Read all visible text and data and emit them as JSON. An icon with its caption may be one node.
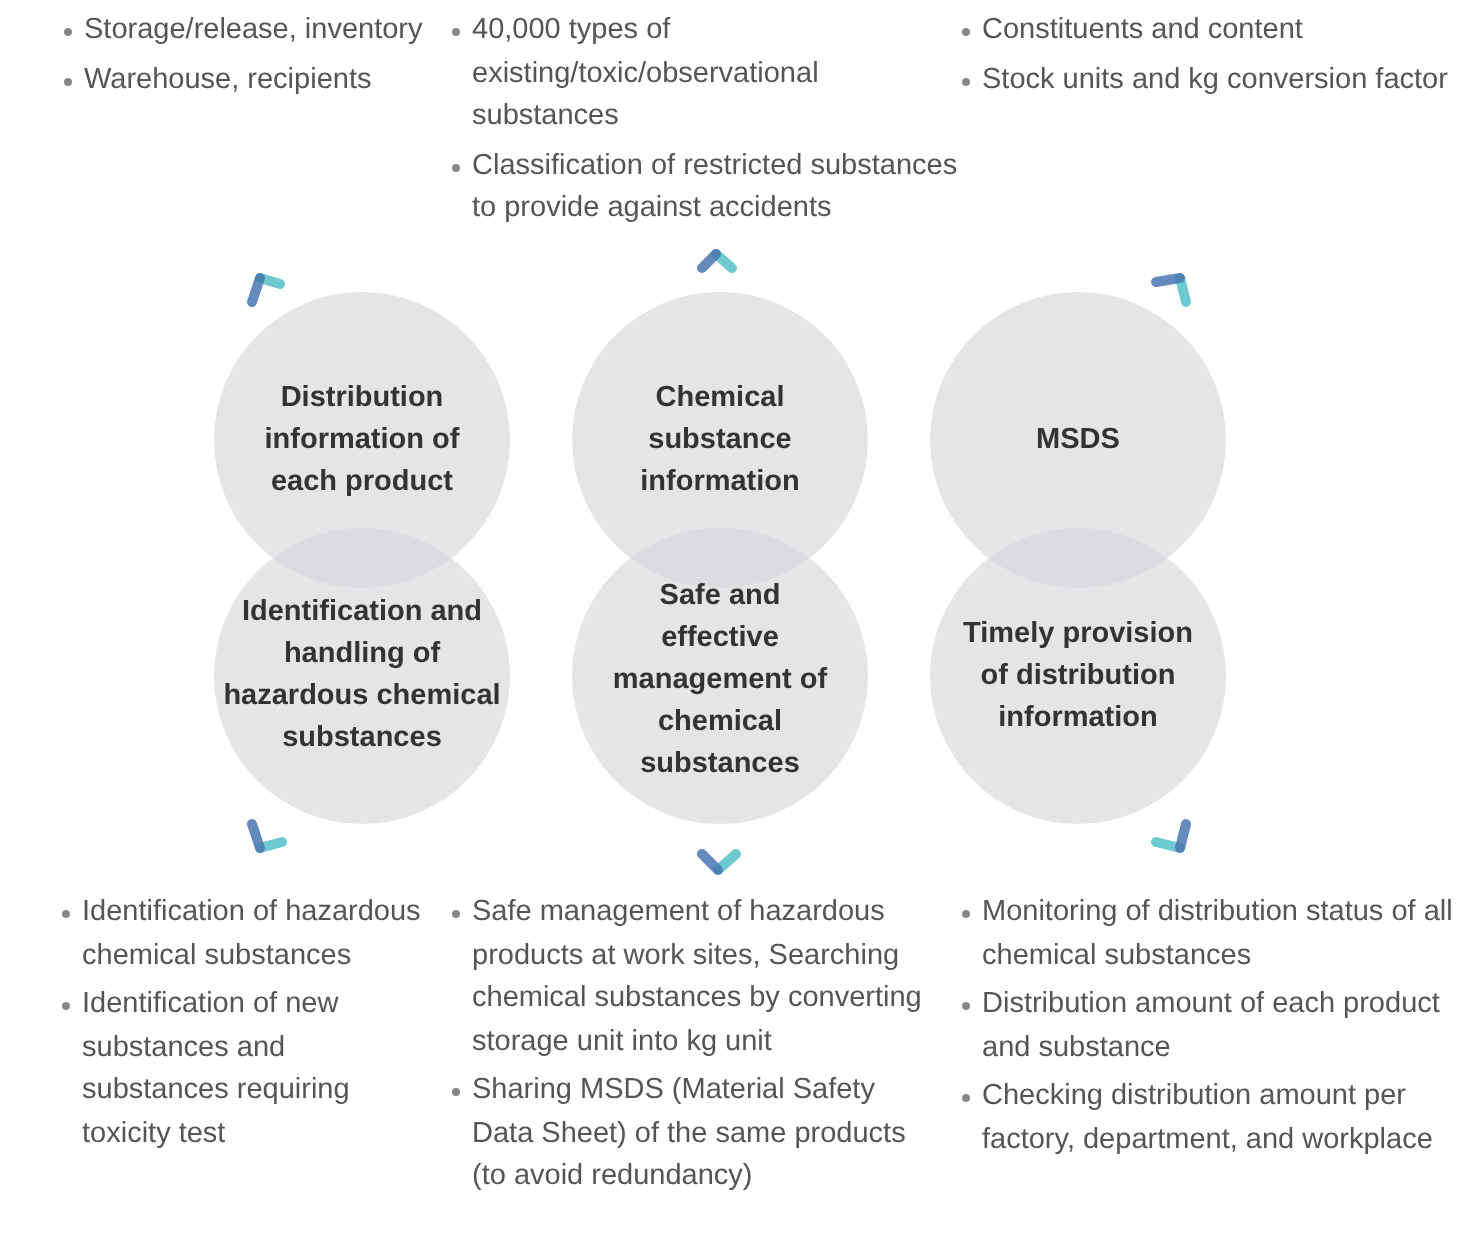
{
  "diagram": {
    "nodes": [
      {
        "text": [
          "Distribution information of each product"
        ]
      },
      {
        "text": [
          "Chemical substance information"
        ]
      },
      {
        "text": [
          "MSDS"
        ]
      },
      {
        "text": [
          "Identification and handling of hazardous chemical substances"
        ]
      },
      {
        "text": [
          "Safe and effective management of chemical substances"
        ]
      },
      {
        "text": [
          "Timely provision of distribution information"
        ]
      }
    ],
    "labels": [
      "Storage/release, inventory",
      "Warehouse, recipients",
      "40,000 types of existing/toxic/observational substances",
      "Classification of restricted substances to provide against accidents",
      "Constituents and content",
      "Stock units and kg conversion factor",
      "Identification of hazardous chemical substances",
      "Identification of new substances and substances requiring toxicity test",
      "Safe management of hazardous products at work sites, Searching chemical substances by converting storage unit into kg unit",
      "Sharing MSDS (Material Safety Data Sheet) of the same products (to avoid redundancy)",
      "Monitoring of distribution status of all chemical substances",
      "Distribution amount of each product and substance",
      "Checking distribution amount per factory, department, and workplace"
    ]
  }
}
